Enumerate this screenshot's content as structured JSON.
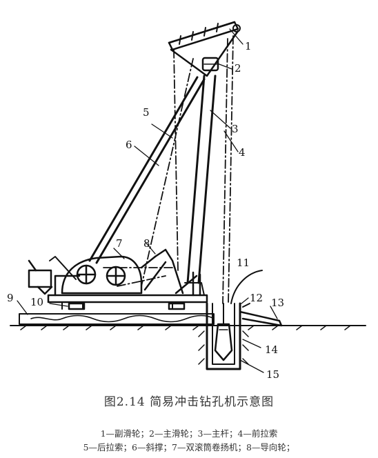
{
  "labels": [
    "1",
    "2",
    "3",
    "4",
    "5",
    "6",
    "7",
    "8",
    "9",
    "10",
    "11",
    "12",
    "13",
    "14",
    "15"
  ],
  "caption": "图2.14 简易冲击钻孔机示意图",
  "legend": [
    "1—副滑轮；2—主滑轮；3—主杆；4—前拉索",
    "5—后拉索；6—斜撑；7—双滚筒卷扬机；8—导向轮；"
  ]
}
